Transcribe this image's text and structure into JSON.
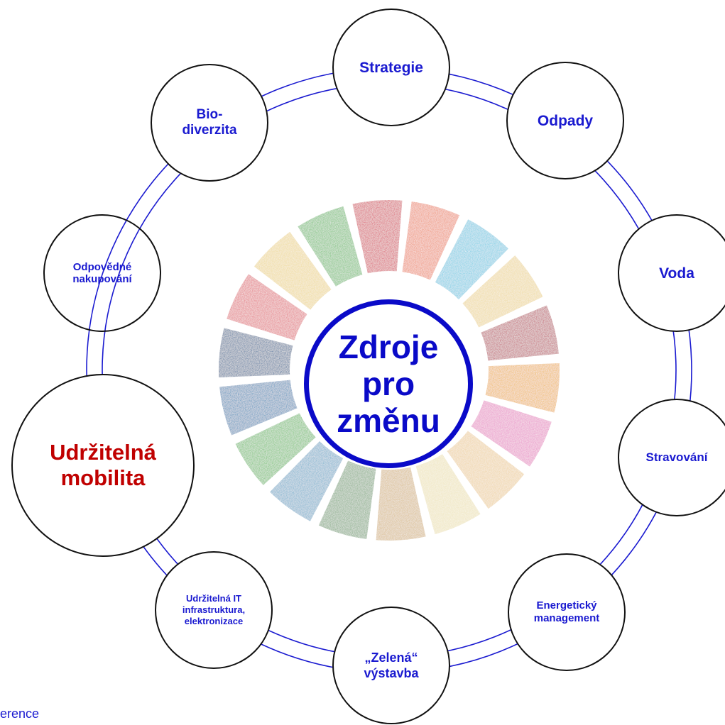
{
  "center_label": "Zdroje\npro\nzměnu",
  "ring_color": "#1a1ad0",
  "accent_color": "#c00000",
  "nodes": [
    {
      "id": "strategie",
      "label": "Strategie",
      "icon": "none"
    },
    {
      "id": "odpady",
      "label": "Odpady"
    },
    {
      "id": "voda",
      "label": "Voda"
    },
    {
      "id": "stravovani",
      "label": "Stravování"
    },
    {
      "id": "energeticky",
      "label": "Energetický\nmanagement"
    },
    {
      "id": "zelena",
      "label": "„Zelená“\nvýstavba"
    },
    {
      "id": "it",
      "label": "Udržitelná IT\ninfrastruktura,\nelektronizace"
    },
    {
      "id": "mobilita",
      "label": "Udržitelná\nmobilita"
    },
    {
      "id": "nakupovani",
      "label": "Odpovědné\nnakupování"
    },
    {
      "id": "biodiverzita",
      "label": "Bio-\ndiverzita"
    }
  ],
  "footer_text": "erence",
  "sdg_colors": [
    "#2c4a7a",
    "#d8505a",
    "#e8c870",
    "#4ca84c",
    "#c8283c",
    "#e86a48",
    "#4ab8d8",
    "#e8c878",
    "#a83444",
    "#e89a30",
    "#e06ab0",
    "#e8c080",
    "#e8d8a0",
    "#c8a060",
    "#5a8a5a",
    "#4a90b8",
    "#4aa848",
    "#2a6aa0"
  ]
}
